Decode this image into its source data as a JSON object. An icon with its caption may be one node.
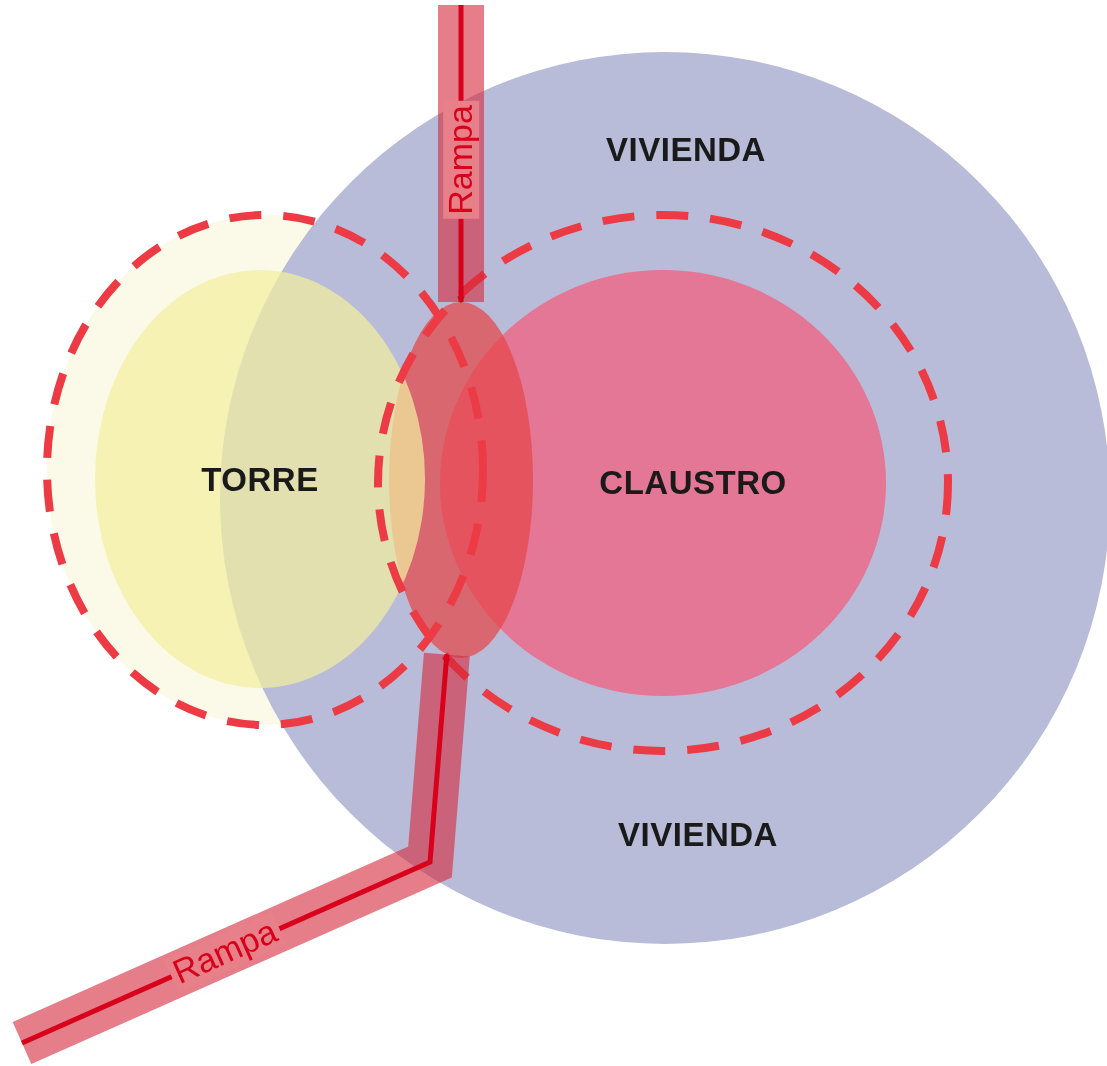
{
  "diagram": {
    "nodes": [
      {
        "text": [
          "VIVIENDA",
          "VIVIENDA"
        ]
      },
      {
        "text": [
          "TORRE"
        ]
      },
      {
        "text": [
          "CLAUSTRO"
        ],
        "in": 0
      },
      {
        "text": [],
        "shape": "ellipse",
        "in": 0
      }
    ],
    "edges": [
      {
        "from": null,
        "to": 3,
        "arrow": "to",
        "label": "Rampa"
      },
      {
        "from": null,
        "to": 3,
        "arrow": "to",
        "label": "Rampa"
      }
    ]
  }
}
